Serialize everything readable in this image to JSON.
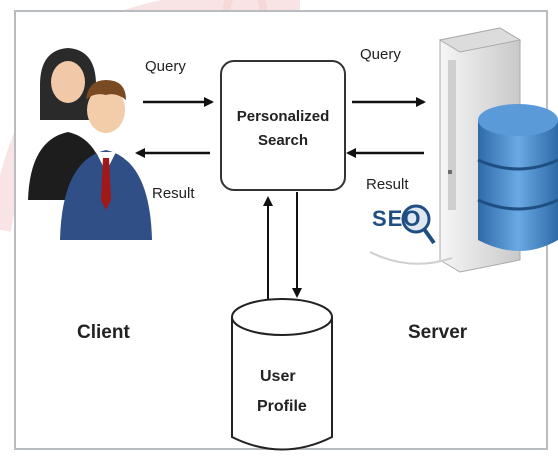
{
  "diagram": {
    "client_label": "Client",
    "server_label": "Server",
    "search_box": {
      "line1": "Personalized",
      "line2": "Search"
    },
    "profile_db": {
      "line1": "User",
      "line2": "Profile"
    },
    "arrows": {
      "client_query": "Query",
      "client_result": "Result",
      "server_query": "Query",
      "server_result": "Result"
    },
    "seo_badge": "SEO"
  },
  "icons": {
    "client": "users-icon",
    "server": "server-database-icon",
    "seo": "seo-magnifier-icon"
  },
  "colors": {
    "db_blue": "#3f7fbf",
    "tower_gray": "#e6e6e6",
    "male_suit": "#2f4f86",
    "watermark": "#f2c7c7"
  }
}
